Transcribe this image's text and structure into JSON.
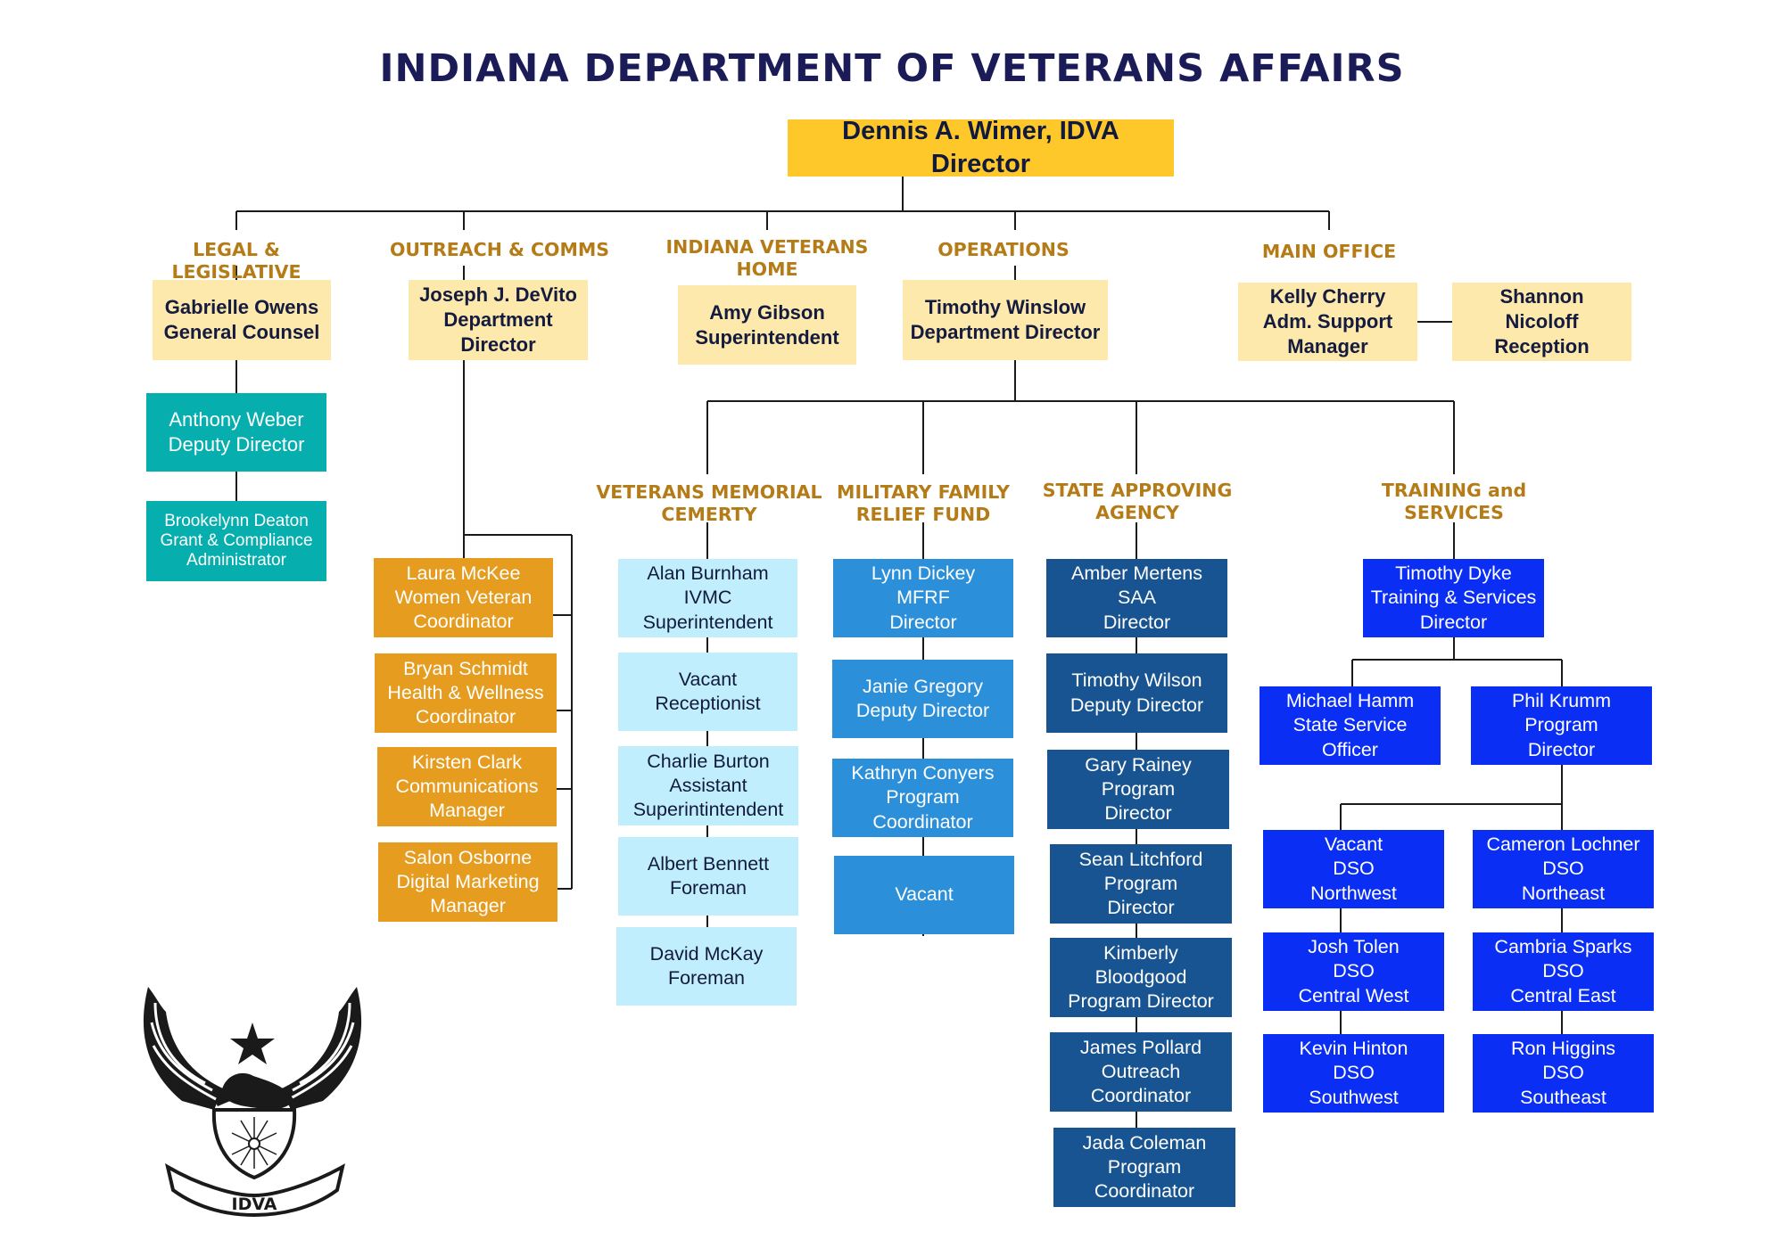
{
  "title": "INDIANA DEPARTMENT OF VETERANS AFFAIRS",
  "director": "Dennis A. Wimer, IDVA Director",
  "sections": {
    "legal": {
      "heading": "LEGAL & LEGISLATIVE",
      "head": "Gabrielle Owens\nGeneral Counsel",
      "deputy": "Anthony Weber\nDeputy Director",
      "grant": "Brookelynn Deaton\nGrant & Compliance\nAdministrator"
    },
    "outreach": {
      "heading": "OUTREACH & COMMS",
      "head": "Joseph J. DeVito\nDepartment\nDirector",
      "staff": [
        "Laura McKee\nWomen Veteran\nCoordinator",
        "Bryan Schmidt\nHealth & Wellness\nCoordinator",
        "Kirsten Clark\nCommunications\nManager",
        "Salon Osborne\nDigital Marketing\nManager"
      ]
    },
    "home": {
      "heading": "INDIANA VETERANS\nHOME",
      "head": "Amy Gibson\nSuperintendent"
    },
    "operations": {
      "heading": "OPERATIONS",
      "head": "Timothy Winslow\nDepartment Director"
    },
    "main_office": {
      "heading": "MAIN OFFICE",
      "head": "Kelly Cherry\nAdm. Support\nManager",
      "reception": "Shannon\nNicoloff\nReception"
    }
  },
  "divisions": {
    "cemetery": {
      "heading": "VETERANS MEMORIAL\nCEMERTY",
      "staff": [
        "Alan Burnham\nIVMC\nSuperintendent",
        "Vacant\nReceptionist",
        "Charlie Burton\nAssistant\nSuperintintendent",
        "Albert Bennett\nForeman",
        "David McKay\nForeman"
      ]
    },
    "mfrf": {
      "heading": "MILITARY FAMILY\nRELIEF FUND",
      "staff": [
        "Lynn Dickey\nMFRF\nDirector",
        "Janie Gregory\nDeputy Director",
        "Kathryn Conyers\nProgram\nCoordinator",
        "Vacant"
      ]
    },
    "saa": {
      "heading": "STATE APPROVING\nAGENCY",
      "staff": [
        "Amber Mertens\nSAA\nDirector",
        "Timothy Wilson\nDeputy Director",
        "Gary Rainey\nProgram\nDirector",
        "Sean Litchford\nProgram\nDirector",
        "Kimberly\nBloodgood\nProgram Director",
        "James Pollard\nOutreach\nCoordinator",
        "Jada Coleman\nProgram\nCoordinator"
      ]
    },
    "training": {
      "heading": "TRAINING and\nSERVICES",
      "head": "Timothy Dyke\nTraining & Services\nDirector",
      "sso": "Michael Hamm\nState Service\nOfficer",
      "program": "Phil Krumm\nProgram\nDirector",
      "dso_west": [
        "Vacant\nDSO\nNorthwest",
        "Josh Tolen\nDSO\nCentral West",
        "Kevin Hinton\nDSO\nSouthwest"
      ],
      "dso_east": [
        "Cameron Lochner\nDSO\nNortheast",
        "Cambria Sparks\nDSO\nCentral East",
        "Ron Higgins\nDSO\nSoutheast"
      ]
    }
  },
  "logo": {
    "text": "IDVA"
  },
  "colors": {
    "title": "#1b1b57",
    "heading": "#b47b16",
    "director": "#fec82b",
    "top_level": "#fde9ab",
    "legal": "#06aeae",
    "outreach": "#e59c1f",
    "cemetery": "#c1eefd",
    "mfrf": "#2c8fd9",
    "saa": "#185491",
    "training": "#0a2ef3"
  }
}
